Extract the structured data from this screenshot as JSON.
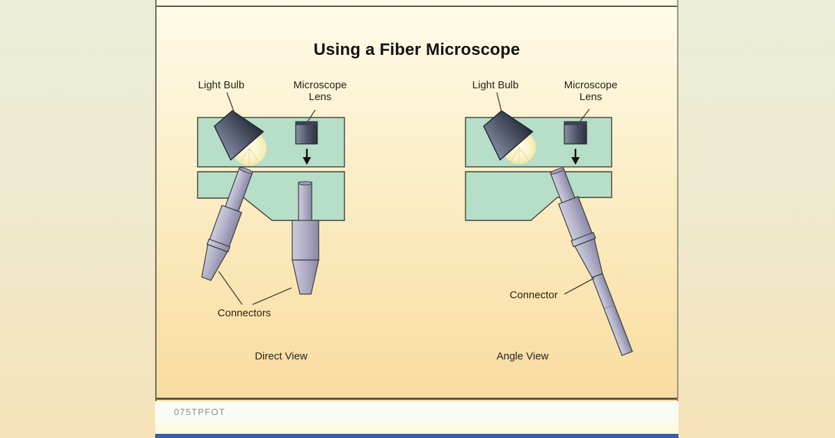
{
  "card": {
    "title": "Using a Fiber Microscope",
    "image_code": "075TPFOT"
  },
  "views": [
    {
      "caption": "Direct View",
      "labels": {
        "bulb": "Light Bulb",
        "lens": "Microscope Lens",
        "connectors": "Connectors"
      }
    },
    {
      "caption": "Angle View",
      "labels": {
        "bulb": "Light Bulb",
        "lens": "Microscope Lens",
        "connectors": "Connector"
      }
    }
  ],
  "icons": {
    "light_bulb": "tilted-lamp-cone-with-glow",
    "microscope_lens": "dark-cylinder",
    "down_arrow": "black-down-arrow",
    "connector": "tapered-fiber-connector"
  },
  "colors": {
    "block_teal": "#b6dec9",
    "figure_top": "#fefce9",
    "figure_bottom": "#f8dca0",
    "page_top": "#ecedd9",
    "page_bottom": "#f6e2b8",
    "connector_body": "#b2b1c9",
    "bulb_glow": "#fbf5cc",
    "caption_text": "#8d8d8d",
    "footer_bar_blue": "#3d5ca6"
  }
}
